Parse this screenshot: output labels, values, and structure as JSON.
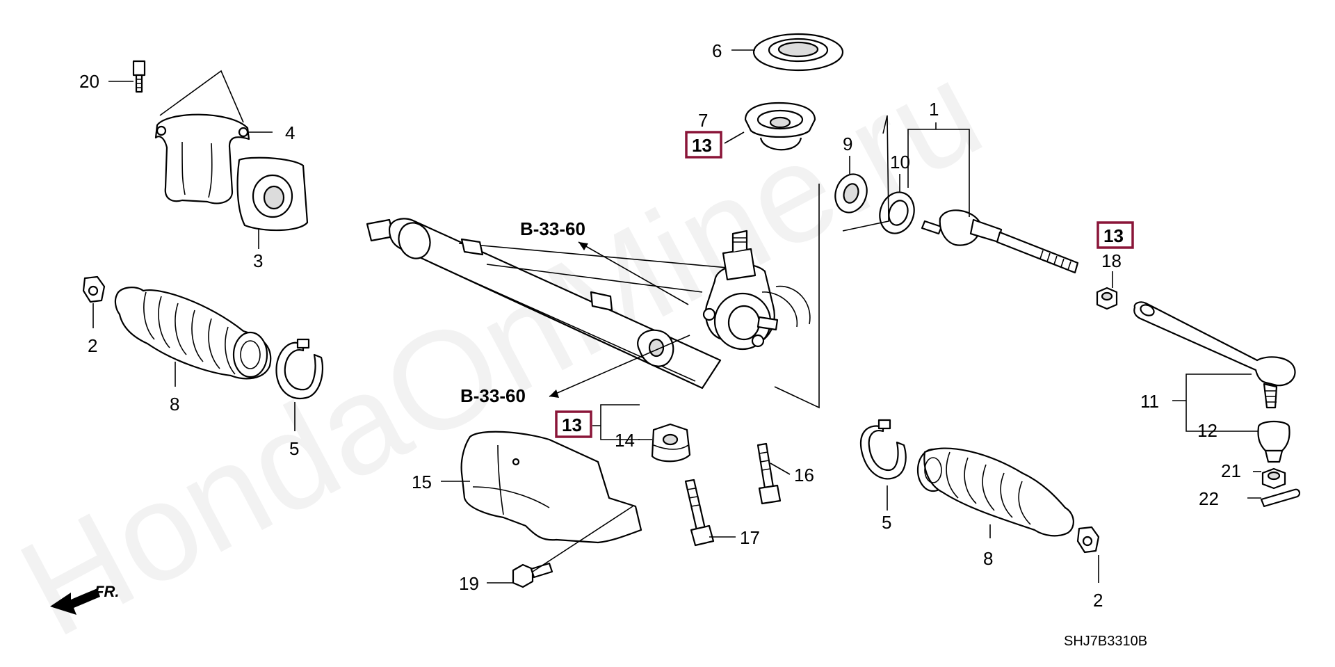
{
  "watermark": "HondaOnMine.ru",
  "diagram_code": "SHJ7B3310B",
  "direction_label": "FR.",
  "callouts": {
    "n1": "1",
    "n2a": "2",
    "n2b": "2",
    "n3": "3",
    "n4": "4",
    "n5a": "5",
    "n5b": "5",
    "n6": "6",
    "n7": "7",
    "n8a": "8",
    "n8b": "8",
    "n9": "9",
    "n10": "10",
    "n11": "11",
    "n12": "12",
    "n13a": "13",
    "n13b": "13",
    "n13c": "13",
    "n14": "14",
    "n15": "15",
    "n16": "16",
    "n17": "17",
    "n18": "18",
    "n19": "19",
    "n20": "20",
    "n21": "21",
    "n22": "22"
  },
  "references": {
    "ref_a": "B-33-60",
    "ref_b": "B-33-60"
  },
  "colors": {
    "highlight_box": "#8a1538",
    "line": "#000000"
  }
}
